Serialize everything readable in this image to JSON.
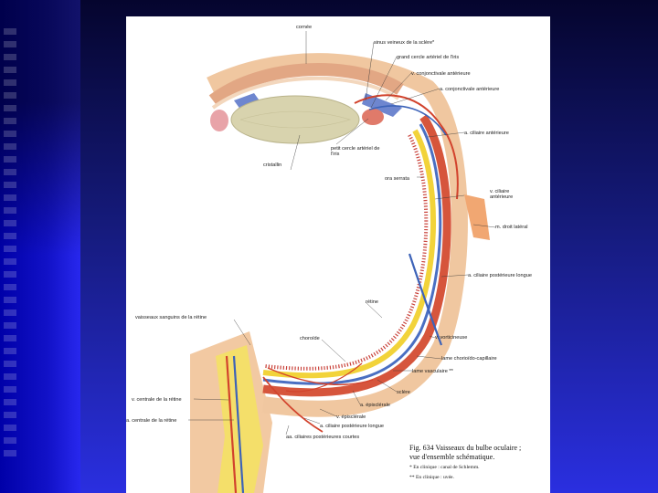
{
  "labels": {
    "cornee": "cornée",
    "sinus_veineux": "sinus veineux de la sclère*",
    "grand_cercle": "grand cercle artériel de l'iris",
    "v_conjonctivale": "v. conjonctivale antérieure",
    "a_conjonctivale": "a. conjonctivale antérieure",
    "a_ciliaire_ant": "a. ciliaire antérieure",
    "petit_cercle": "petit cercle artériel de l'iris",
    "cristallin": "cristallin",
    "ora_serrata": "ora serrata",
    "v_ciliaire_ant": "v. ciliaire antérieure",
    "m_droit": "m. droit latéral",
    "a_ciliaire_post_longue": "a. ciliaire postérieure longue",
    "retine": "rétine",
    "vaisseaux_sanguins": "vaisseaux sanguins de la rétine",
    "choroide": "choroïde",
    "v_vorticineuse": "v. vorticineuse",
    "lame_chorio": "lame chorioïdo-capillaire",
    "lame_vasculaire": "lame vasculaire **",
    "sclere": "sclère",
    "v_centrale": "v. centrale de la rétine",
    "a_episclerale": "a. épisclérale",
    "v_episclerale": "v. épisclérale",
    "a_centrale": "a. centrale de la rétine",
    "a_ciliaire_post_longue2": "a. ciliaire postérieure longue",
    "aa_ciliaires_courtes": "aa. ciliaires postérieures courtes"
  },
  "caption": {
    "title": "Fig. 634    Vaisseaux du bulbe oculaire ;\nvue d'ensemble schématique.",
    "footnote1": "*   En clinique : canal de Schlemm.",
    "footnote2": "**  En clinique : uvée."
  },
  "colors": {
    "background": "#1b1f9c",
    "page": "#ffffff",
    "artery": "#d2432d",
    "vein": "#3d63b8",
    "retina": "#f2d33a",
    "sclera": "#f0c7a0"
  }
}
